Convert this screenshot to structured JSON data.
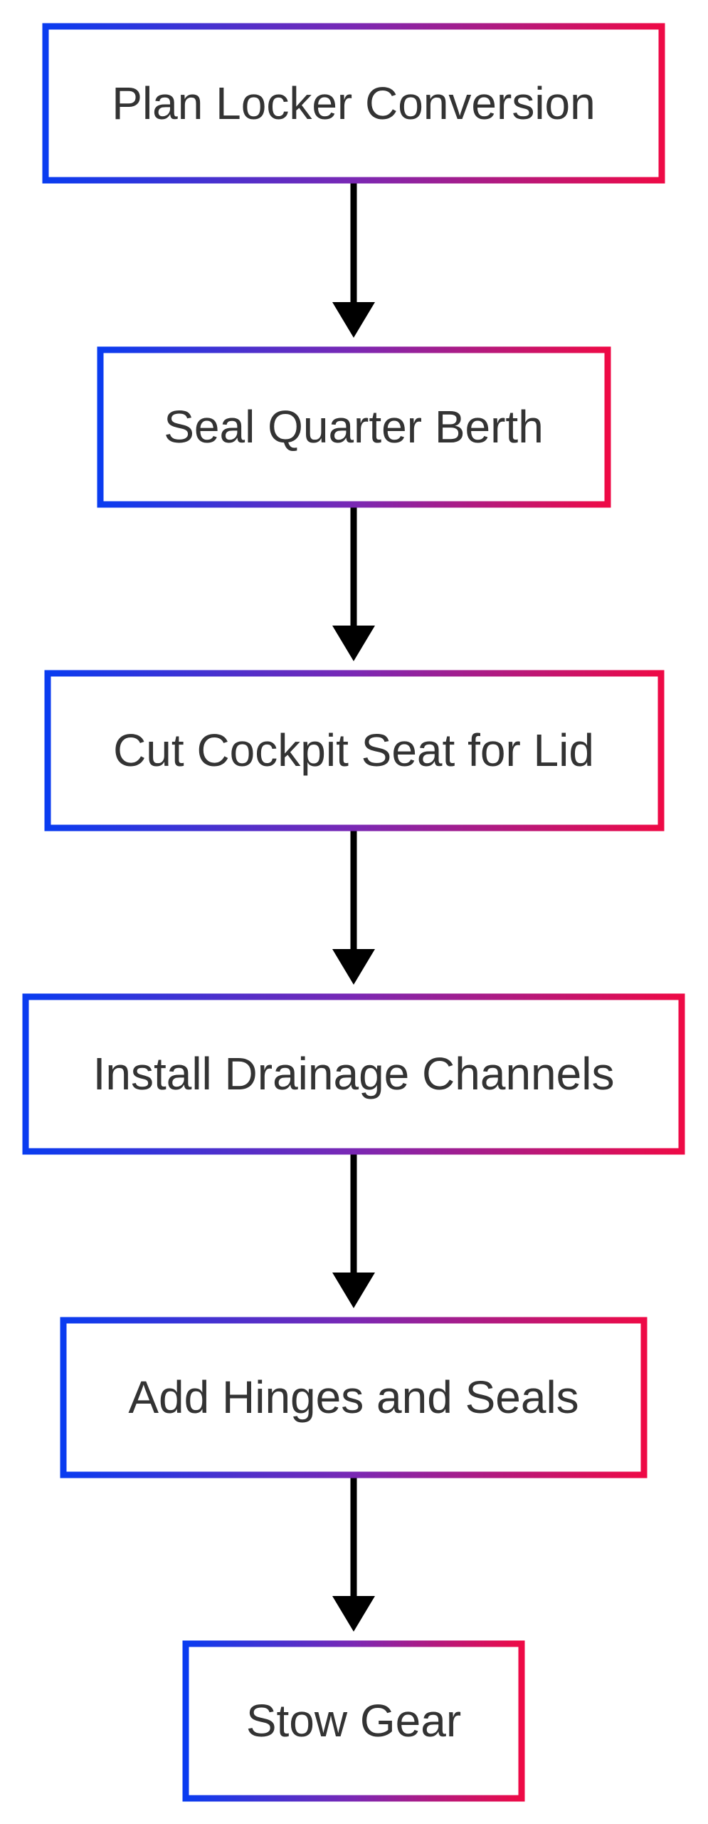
{
  "colors": {
    "border_gradient_start": "#0a3cf0",
    "border_gradient_mid": "#7a28b4",
    "border_gradient_end": "#ee0a46",
    "label_text": "#333333",
    "arrow": "#000000",
    "node_fill": "#ffffff"
  },
  "nodes": [
    {
      "label": "Plan Locker Conversion"
    },
    {
      "label": "Seal Quarter Berth"
    },
    {
      "label": "Cut Cockpit Seat for Lid"
    },
    {
      "label": "Install Drainage Channels"
    },
    {
      "label": "Add Hinges and Seals"
    },
    {
      "label": "Stow Gear"
    }
  ],
  "edges": [
    {
      "from": "Plan Locker Conversion",
      "to": "Seal Quarter Berth"
    },
    {
      "from": "Seal Quarter Berth",
      "to": "Cut Cockpit Seat for Lid"
    },
    {
      "from": "Cut Cockpit Seat for Lid",
      "to": "Install Drainage Channels"
    },
    {
      "from": "Install Drainage Channels",
      "to": "Add Hinges and Seals"
    },
    {
      "from": "Add Hinges and Seals",
      "to": "Stow Gear"
    }
  ]
}
